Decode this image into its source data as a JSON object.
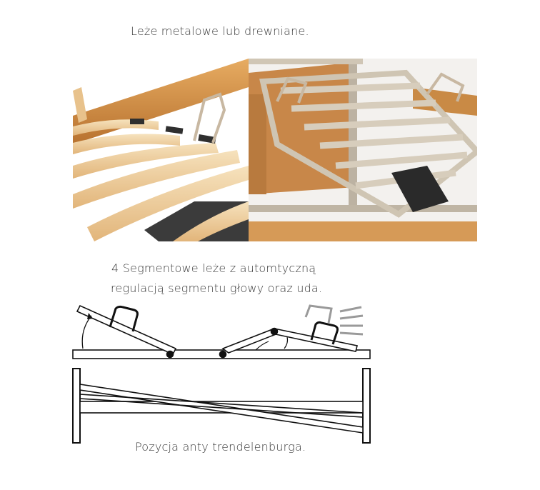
{
  "captions": {
    "top": "Leże metalowe lub drewniane.",
    "middle_line1": "4 Segmentowe leże z automtyczną",
    "middle_line2": "regulacją segmentu głowy oraz uda.",
    "bottom": "Pozycja anty trendelenburga."
  },
  "colors": {
    "wood_light": "#f1d6a6",
    "wood_dark": "#c98a45",
    "metal": "#c9bfae",
    "diagram_stroke": "#111111"
  },
  "images": {
    "left": "wooden-slat-bed-photo",
    "right": "metal-frame-bed-photo",
    "diagram": "bed-positions-diagram"
  }
}
